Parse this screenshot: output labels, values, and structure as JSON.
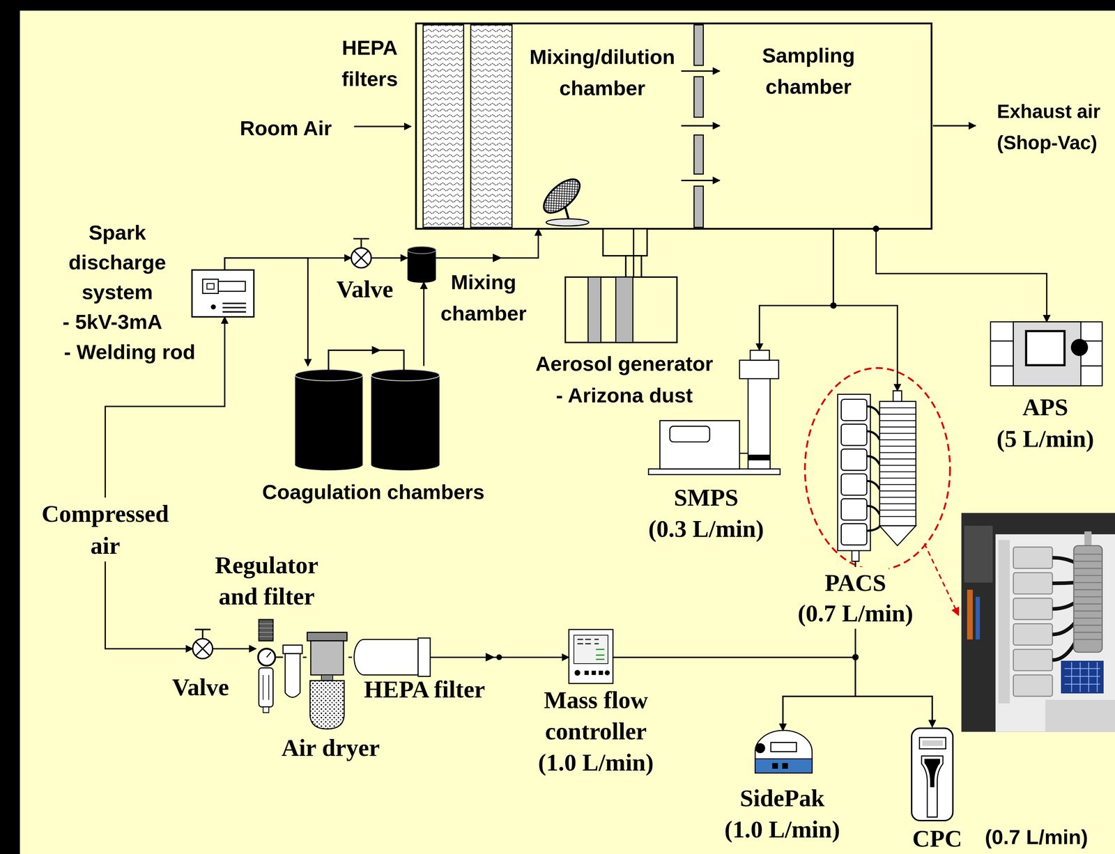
{
  "diagram": {
    "nodes": [
      {
        "text": [
          "HEPA filters"
        ]
      },
      {
        "text": [
          "Mixing/dilution chamber"
        ]
      },
      {
        "text": [
          "Sampling chamber"
        ]
      },
      {
        "text": [
          "Spark discharge system",
          "- 5kV-3mA",
          "- Welding rod"
        ]
      },
      {
        "text": [
          "Valve"
        ]
      },
      {
        "text": [
          "Mixing chamber"
        ]
      },
      {
        "text": [
          "Coagulation chambers"
        ]
      },
      {
        "text": [
          "Aerosol generator",
          "- Arizona dust"
        ]
      },
      {
        "text": [
          "SMPS",
          "(0.3 L/min)"
        ]
      },
      {
        "text": [
          "PACS",
          "(0.7 L/min)"
        ]
      },
      {
        "text": [
          "APS",
          "(5 L/min)"
        ]
      },
      {
        "text": [
          "Valve"
        ]
      },
      {
        "text": [
          "Regulator and filter"
        ]
      },
      {
        "text": [
          "Air dryer"
        ]
      },
      {
        "text": [
          "HEPA filter"
        ]
      },
      {
        "text": [
          "Mass flow controller",
          "(1.0 L/min)"
        ]
      },
      {
        "text": [
          "SidePak",
          "(1.0 L/min)"
        ]
      },
      {
        "text": [
          "CPC",
          "(0.7 L/min)"
        ]
      }
    ],
    "edges": [
      {
        "from": 3,
        "to": 4,
        "arrow": "to"
      },
      {
        "from": 4,
        "to": 5,
        "arrow": "to"
      },
      {
        "from": 5,
        "to": 1,
        "arrow": "to"
      },
      {
        "from": 3,
        "to": 6,
        "arrow": "to"
      },
      {
        "from": 6,
        "to": 5,
        "arrow": "to"
      },
      {
        "from": 7,
        "to": 1,
        "arrow": "none"
      },
      {
        "from": 2,
        "to": 8,
        "arrow": "to"
      },
      {
        "from": 2,
        "to": 9,
        "arrow": "to"
      },
      {
        "from": 2,
        "to": 10,
        "arrow": "to"
      },
      {
        "from": 11,
        "to": 3,
        "label": "Compressed air",
        "arrow": "both"
      },
      {
        "from": 11,
        "to": 12,
        "arrow": "to"
      },
      {
        "from": 12,
        "to": 13,
        "arrow": "none"
      },
      {
        "from": 13,
        "to": 14,
        "arrow": "none"
      },
      {
        "from": 14,
        "to": 15,
        "arrow": "to"
      },
      {
        "from": 15,
        "to": 16,
        "arrow": "to"
      },
      {
        "from": 15,
        "to": 17,
        "arrow": "to"
      },
      {
        "from": 9,
        "to": 16,
        "arrow": "to"
      },
      {
        "from": 9,
        "to": 17,
        "arrow": "to"
      }
    ],
    "labels": [
      "Room Air",
      "Exhaust air (Shop-Vac)"
    ]
  }
}
